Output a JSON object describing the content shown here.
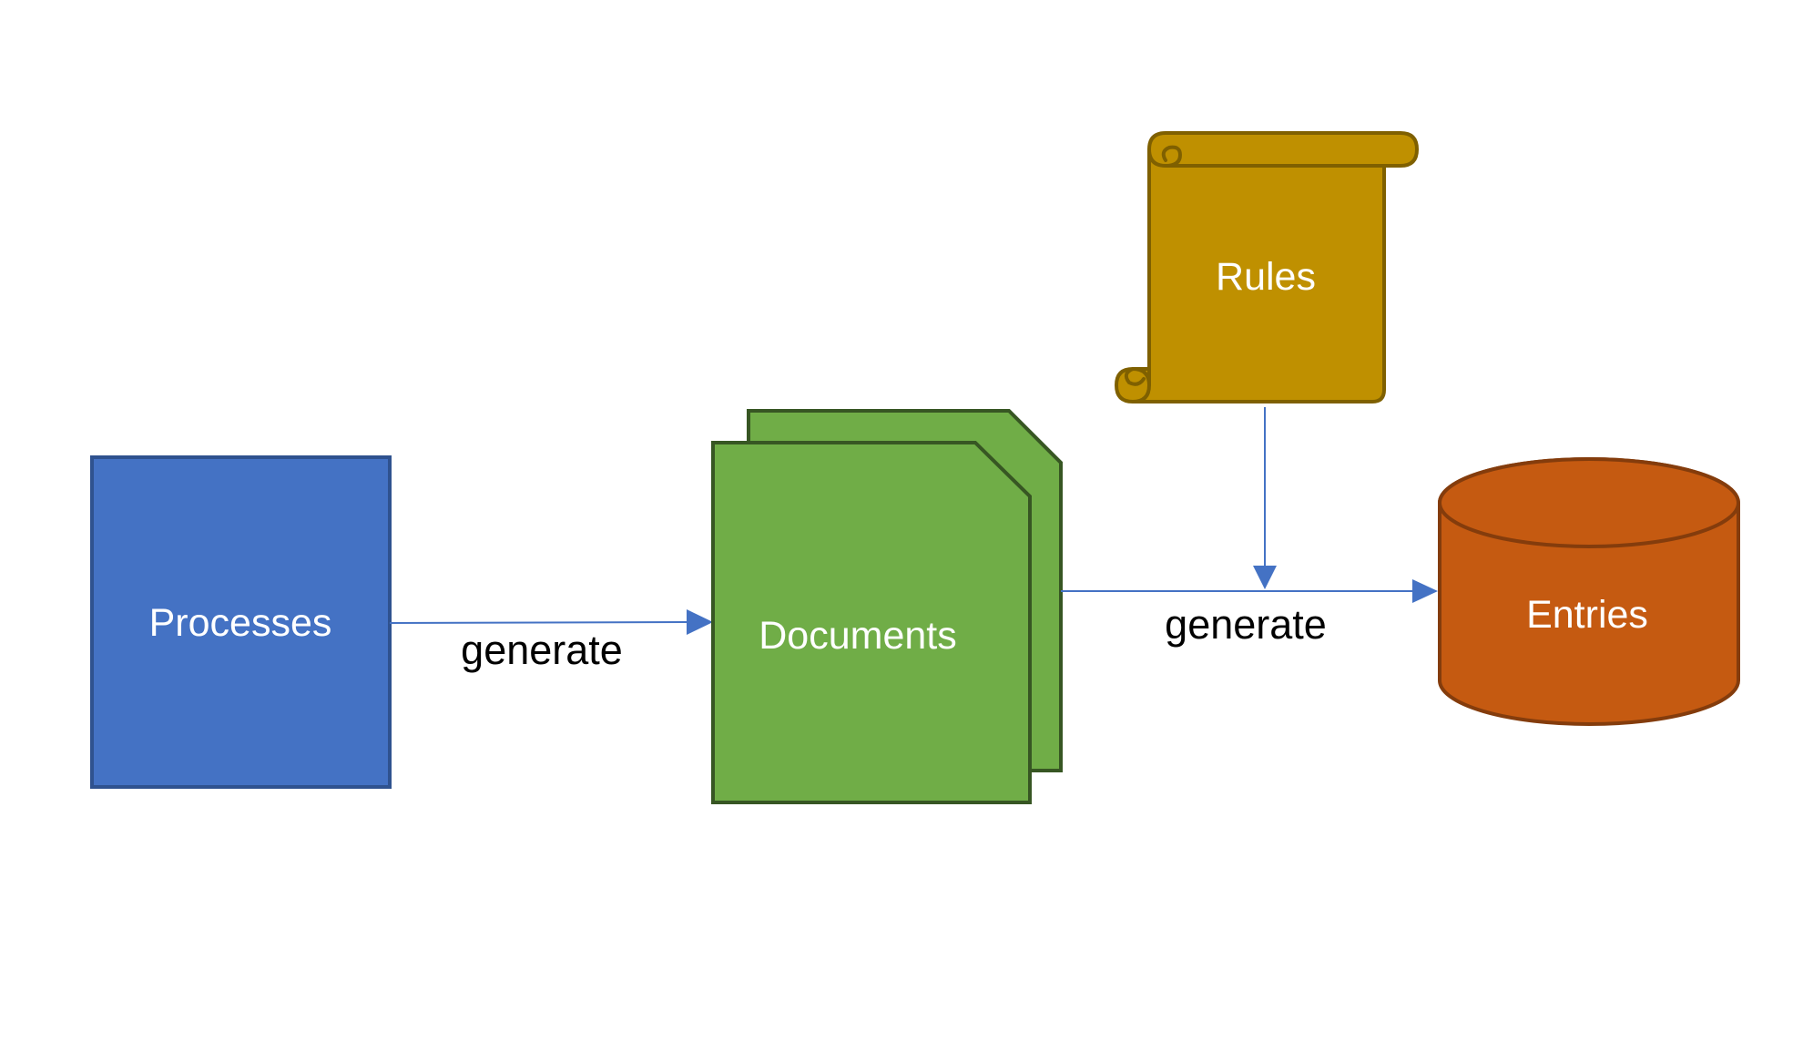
{
  "nodes": {
    "processes": {
      "label": "Processes",
      "fill": "#4472C4",
      "stroke": "#2F528F"
    },
    "documents": {
      "label": "Documents",
      "fill": "#70AD47",
      "stroke": "#375623"
    },
    "rules": {
      "label": "Rules",
      "fill": "#BF9000",
      "stroke": "#7F6000"
    },
    "entries": {
      "label": "Entries",
      "fill": "#C55A11",
      "stroke": "#843C0C"
    }
  },
  "edges": {
    "processes_to_documents": {
      "label": "generate"
    },
    "documents_to_entries": {
      "label": "generate"
    },
    "rules_to_entries": {
      "label": ""
    }
  },
  "colors": {
    "connector": "#4472C4"
  }
}
